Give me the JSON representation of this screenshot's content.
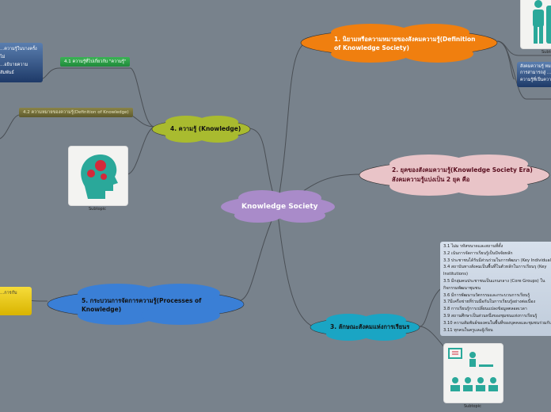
{
  "central": {
    "label": "Knowledge Society",
    "color": "#a98bc9"
  },
  "topics": [
    {
      "id": "1",
      "label": "1. นิยามหรือความหมายของสังคมความรู้(Definition of Knowledge Society)",
      "color": "#f07f0f"
    },
    {
      "id": "2",
      "label": "2. ยุคของสังคมความรู้(Knowledge Society Era) สังคมความรู้แบ่งเป็น 2 ยุค คือ",
      "color": "#e9c4c8"
    },
    {
      "id": "3",
      "label": "3. ลักษณะสังคมแห่งการเรียนร",
      "color": "#1aa5c4"
    },
    {
      "id": "4",
      "label": "4. ความรู้ (Knowledge)",
      "color": "#a9bb2f"
    },
    {
      "id": "5",
      "label": "5. กระบวนการจัดการความรู้(Processes of Knowledge)",
      "color": "#3a7fd6"
    }
  ],
  "subtopics": {
    "t4_1": "4.1 ความรู้ที่ไปเกี่ยวกับ \"ความรู้\"",
    "t4_2": "4.2 ความหมายของความรู้(Definition of Knowledge)",
    "left_box": [
      "...ความรู้ในบางครั้งไม่",
      "...อธิบายความสัมพันธ์"
    ],
    "t1_box": [
      "สังคมความรู้ หม...",
      "การสามารถสู่ ...",
      "ความรู้ที่เป็นความ..."
    ],
    "t5_box": "...การกับ",
    "subtopic_caption": "Subtopic"
  },
  "list3": [
    "3.1 ไม่ม รหัสขนาดและสถานที่ตั้ง",
    "3.2 เน้นการจัดการเรียนรู้เป็นปัจจัยหลัก",
    "3.3 ประชาชนได้รับมีส่วนร่วมในการพัฒนา (Key Individuals)",
    "3.4 สถาบันทางสังคมเป็นพื้นที่ในตัวหลักในการเรียนรุ (Key Institutions)",
    "3.5 มีกลุ่มคนประชาชนเป็นแกนกลาง (Core Groups) ในกิจกรรมพัฒนาชุมชน",
    "3.6 มีการพัฒนานวัตกรรมและกระบวนการเรียนรู้",
    "3.7มีเครือข่ายที่ร่วมมือกันในการเรียนรู้อย่างต่อเนื่อง",
    "3.8 การเรียนรู้การเปลี่ยนแปลงข้อมูลตลอดเวลา",
    "3.9 สถานศึกษาเป็นส่วนหนึ่งของชุมชนแห่งการเรียนรู้",
    "3.10 ความสัมพันธ์ของคนในพื้นที่ของบุคคลและชุมชนร่วมกัน",
    "3.11 ทุกคนในครูและผู้เรียน"
  ],
  "icons": [
    "head-gears-icon",
    "people-icon",
    "teacher-class-icon"
  ]
}
